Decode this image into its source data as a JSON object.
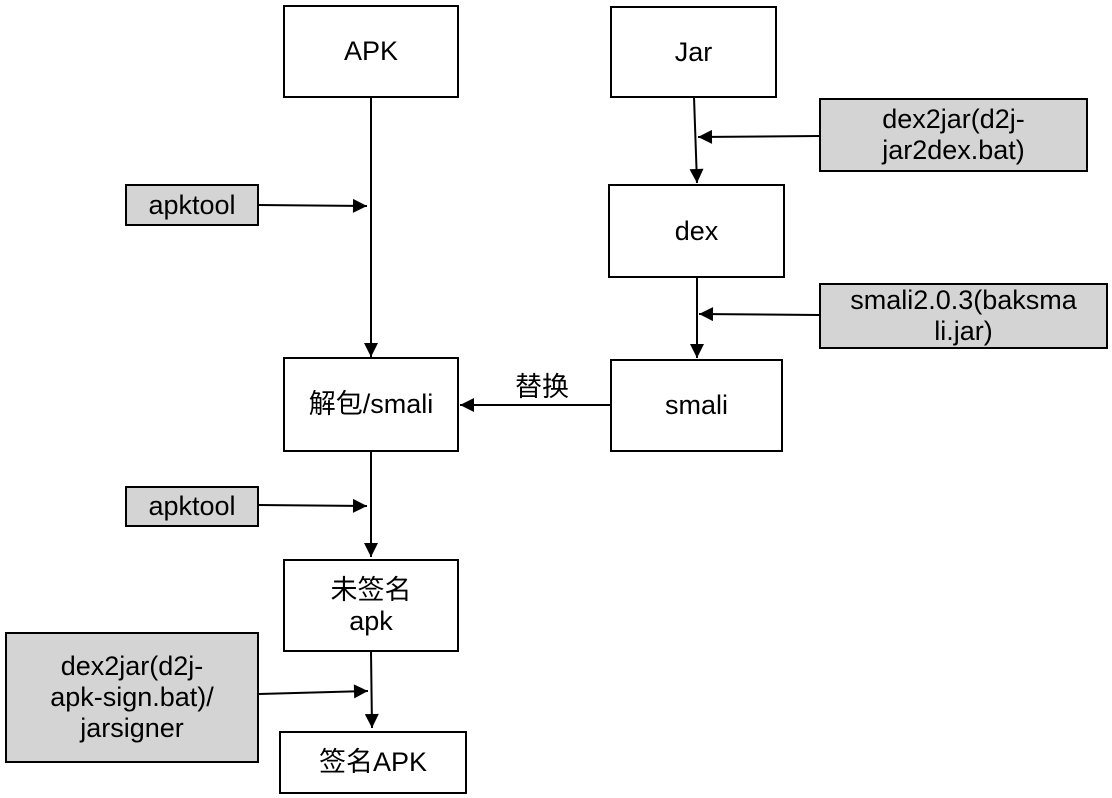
{
  "nodes": {
    "apk": "APK",
    "jar": "Jar",
    "dex": "dex",
    "unpack_smali": "解包/smali",
    "smali": "smali",
    "unsigned_apk": "未签名\napk",
    "signed_apk": "签名APK"
  },
  "tools": {
    "apktool_decode": "apktool",
    "dex2jar_jar2dex": "dex2jar(d2j-\njar2dex.bat)",
    "smali_baksmali": "smali2.0.3(baksma\nli.jar)",
    "apktool_build": "apktool",
    "dex2jar_sign": "dex2jar(d2j-\napk-sign.bat)/\njarsigner"
  },
  "edge_labels": {
    "replace": "替换"
  },
  "colors": {
    "tool_fill": "#d4d4d4",
    "node_fill": "#ffffff",
    "stroke": "#000000"
  }
}
